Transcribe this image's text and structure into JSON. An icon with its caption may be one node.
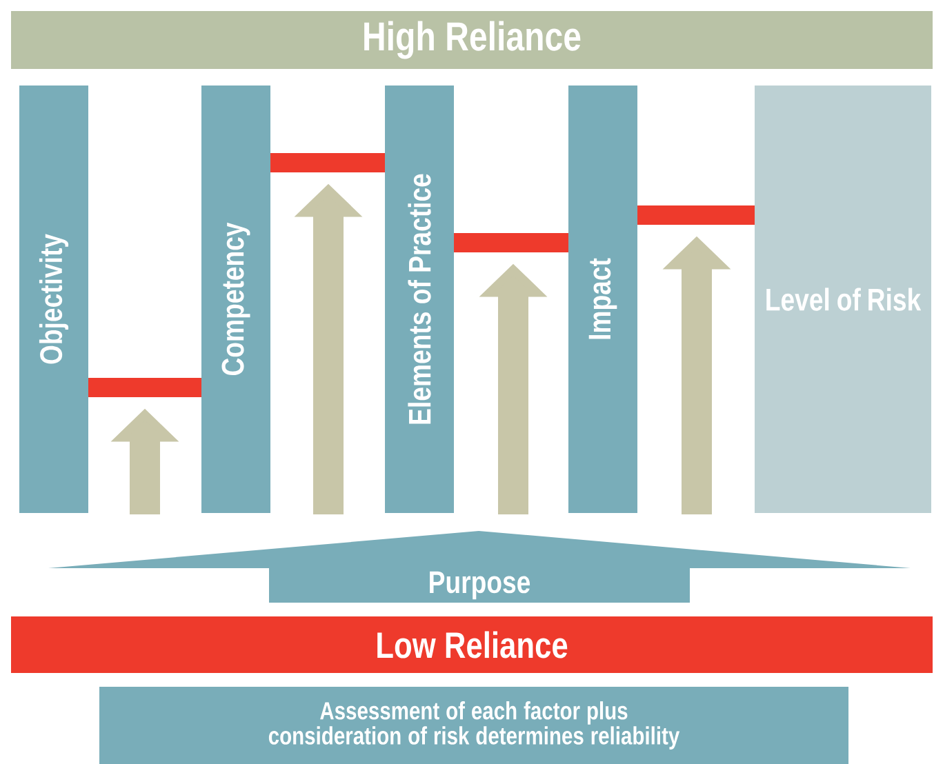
{
  "diagram": {
    "nodes": [
      {
        "text": [
          "High Reliance"
        ]
      },
      {
        "text": [
          "Objectivity"
        ]
      },
      {
        "text": [
          "Competency"
        ]
      },
      {
        "text": [
          "Elements of Practice"
        ]
      },
      {
        "text": [
          "Impact"
        ]
      },
      {
        "text": [
          "Level of Risk"
        ]
      },
      {
        "text": [
          "Purpose"
        ]
      },
      {
        "text": [
          "Low Reliance"
        ]
      },
      {
        "text": [
          "Assessment of each factor plus consideration of risk determines reliability"
        ]
      },
      {
        "text": [],
        "shape": "bar"
      },
      {
        "text": [],
        "shape": "bar"
      },
      {
        "text": [],
        "shape": "bar"
      },
      {
        "text": [],
        "shape": "bar"
      }
    ],
    "edges": [
      {
        "from": null,
        "to": 9,
        "arrow": "to"
      },
      {
        "from": null,
        "to": 10,
        "arrow": "to"
      },
      {
        "from": null,
        "to": 11,
        "arrow": "to"
      },
      {
        "from": null,
        "to": 12,
        "arrow": "to"
      }
    ]
  }
}
